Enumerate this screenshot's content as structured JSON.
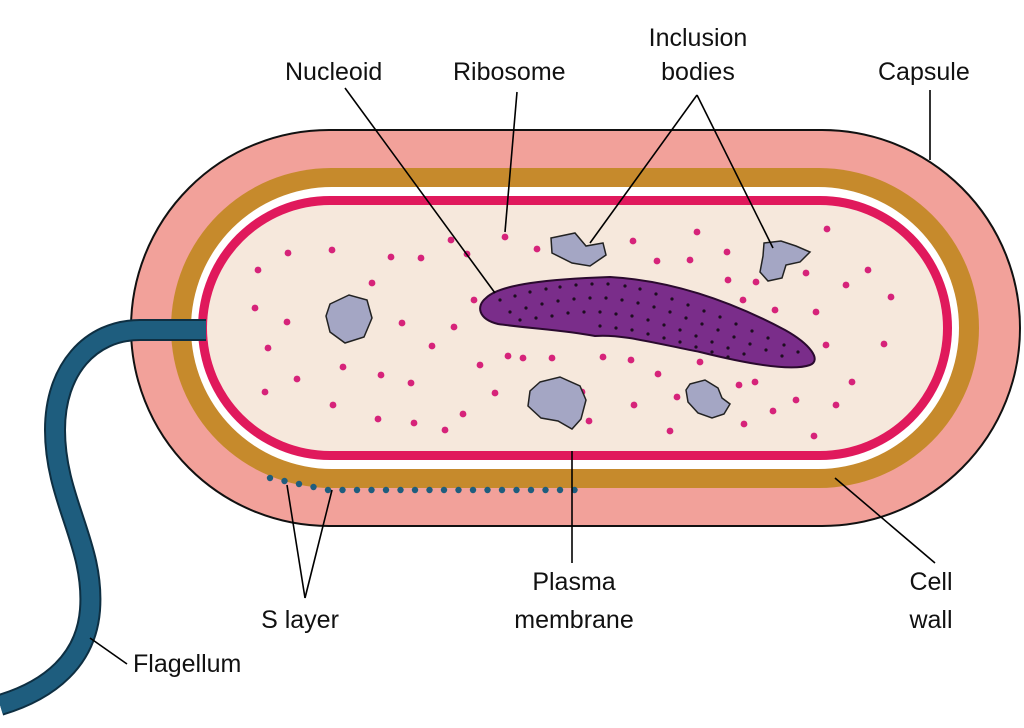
{
  "labels": {
    "nucleoid": "Nucleoid",
    "ribosome": "Ribosome",
    "inclusion_line1": "Inclusion",
    "inclusion_line2": "bodies",
    "capsule": "Capsule",
    "plasma_line1": "Plasma",
    "plasma_line2": "membrane",
    "s_layer": "S layer",
    "cell_wall_line1": "Cell",
    "cell_wall_line2": "wall",
    "flagellum": "Flagellum"
  },
  "colors": {
    "capsule": "#f2a19a",
    "cell_wall": "#c68a2c",
    "gap": "#ffffff",
    "plasma_membrane": "#e0195c",
    "cytoplasm": "#f6e8dc",
    "ribosome": "#d6237a",
    "nucleoid": "#7a2d8a",
    "nucleoid_dots": "#1d0d1f",
    "inclusion": "#a4a6c4",
    "flagellum": "#1e5d7e",
    "s_layer_dots": "#1e5d7e"
  }
}
